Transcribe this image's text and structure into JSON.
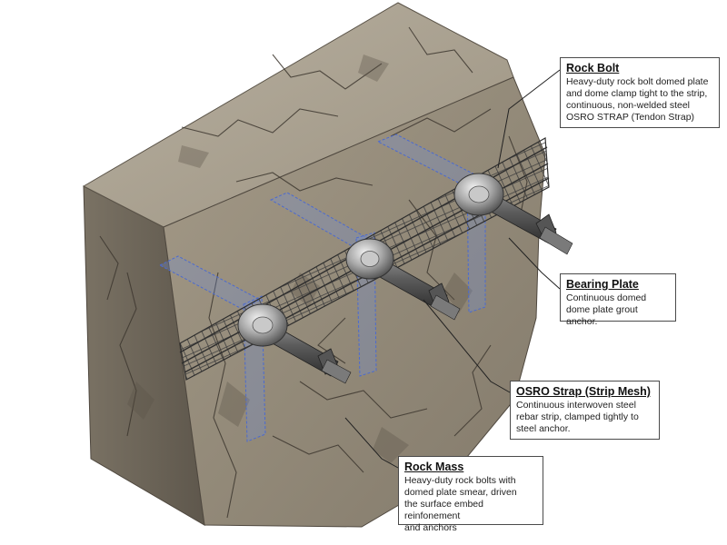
{
  "callouts": {
    "rock_bolt": {
      "title": "Rock Bolt",
      "body": "Heavy-duty rock bolt domed plate\nand dome clamp tight to the strip,\ncontinuous, non-welded steel\nOSRO STRAP (Tendon Strap)"
    },
    "bearing_plate": {
      "title": "Bearing Plate",
      "body": "Continuous domed\ndome plate grout anchor."
    },
    "osro_strap": {
      "title": "OSRO Strap (Strip Mesh)",
      "body": "Continuous interwoven steel\nrebar strip, clamped tightly to\nsteel anchor."
    },
    "rock_mass": {
      "title": "Rock Mass",
      "body": "Heavy-duty rock bolts with\ndomed plate smear, driven\nthe surface embed reinfonement\nand anchors"
    }
  },
  "colors": {
    "rock_light": "#a59c8c",
    "rock_mid": "#8a8172",
    "rock_dark": "#5f584d",
    "steel": "#6e6e6e",
    "hidden_sleeve": "#5a78d6",
    "callout_border": "#4a4a4a"
  }
}
